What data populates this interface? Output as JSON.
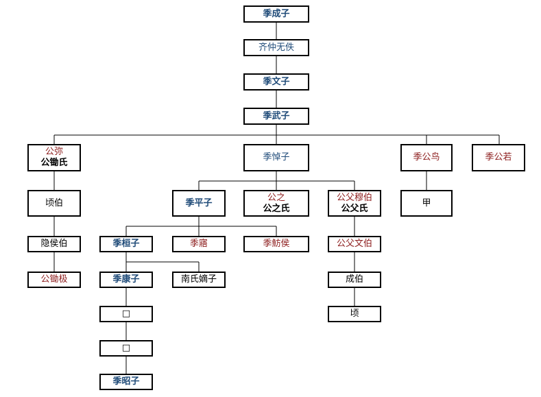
{
  "colors": {
    "line": "#000000",
    "border": "#000000",
    "navy": "#1e4a78",
    "red": "#8c1c1c"
  },
  "nodes": {
    "chengzi": {
      "text": "季成子",
      "style": "bold"
    },
    "qizhong": {
      "text": "齐仲无佚",
      "style": "blue"
    },
    "wenzi": {
      "text": "季文子",
      "style": "bold"
    },
    "wuzi": {
      "text": "季武子",
      "style": "bold"
    },
    "gongmi": {
      "line1": "公弥",
      "line2": "公锄氏"
    },
    "daozi": {
      "text": "季悼子",
      "style": "blue"
    },
    "gongniao": {
      "text": "季公鸟",
      "style": "red"
    },
    "gongruo": {
      "text": "季公若",
      "style": "red"
    },
    "qingbo": {
      "text": "顷伯",
      "style": "black"
    },
    "pingzi": {
      "text": "季平子",
      "style": "bold"
    },
    "gongzhi": {
      "line1": "公之",
      "line2": "公之氏"
    },
    "gongfu": {
      "line1": "公父穆伯",
      "line2": "公父氏"
    },
    "jia": {
      "text": "甲",
      "style": "black"
    },
    "yinhou": {
      "text": "隐侯伯",
      "style": "black"
    },
    "huanzi": {
      "text": "季桓子",
      "style": "bold"
    },
    "ji_wu": {
      "text": "季寤",
      "style": "red"
    },
    "ji_fanghou": {
      "text": "季魴侯",
      "style": "red"
    },
    "gongfuwen": {
      "text": "公父文伯",
      "style": "red"
    },
    "gongchuji": {
      "text": "公锄极",
      "style": "red"
    },
    "kangzi": {
      "text": "季康子",
      "style": "bold"
    },
    "nanshi": {
      "text": "南氏嫡子",
      "style": "black"
    },
    "chengbo": {
      "text": "成伯",
      "style": "black"
    },
    "box1": {
      "text": "□",
      "style": "black"
    },
    "qing": {
      "text": "顷",
      "style": "black"
    },
    "box2": {
      "text": "□",
      "style": "black"
    },
    "zhaozi": {
      "text": "季昭子",
      "style": "bold"
    }
  }
}
